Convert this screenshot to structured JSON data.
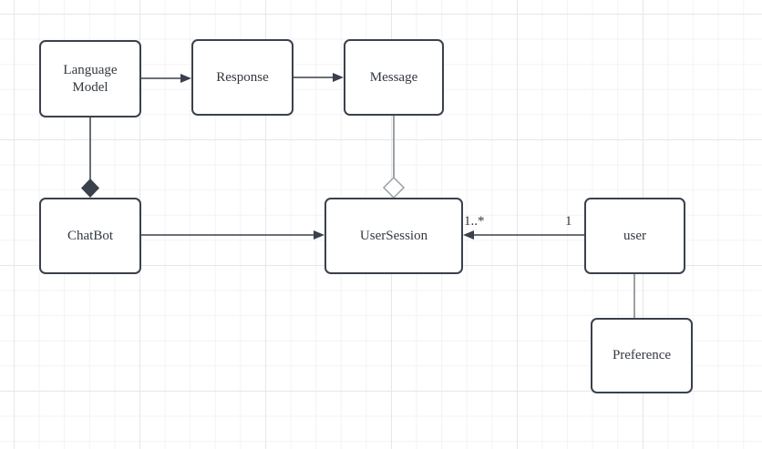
{
  "diagram": {
    "type": "uml-class-diagram",
    "nodes": [
      {
        "id": "language-model",
        "label": "Language Model"
      },
      {
        "id": "response",
        "label": "Response"
      },
      {
        "id": "message",
        "label": "Message"
      },
      {
        "id": "chatbot",
        "label": "ChatBot"
      },
      {
        "id": "usersession",
        "label": "UserSession"
      },
      {
        "id": "user",
        "label": "user"
      },
      {
        "id": "preference",
        "label": "Preference"
      }
    ],
    "edges": [
      {
        "from": "Language Model",
        "to": "Response",
        "type": "directed-arrow"
      },
      {
        "from": "Response",
        "to": "Message",
        "type": "directed-arrow"
      },
      {
        "from": "Language Model",
        "to": "ChatBot",
        "type": "composition-filled-diamond"
      },
      {
        "from": "Message",
        "to": "UserSession",
        "type": "aggregation-hollow-diamond"
      },
      {
        "from": "ChatBot",
        "to": "UserSession",
        "type": "directed-arrow"
      },
      {
        "from": "user",
        "to": "UserSession",
        "type": "directed-arrow",
        "source_label": "1",
        "target_label": "1..*"
      },
      {
        "from": "user",
        "to": "Preference",
        "type": "association"
      }
    ],
    "colors": {
      "node_border": "#3a414c",
      "node_fill": "#ffffff",
      "dark_edge": "#3a414c",
      "gray_edge": "#9aa0a6",
      "text": "#33383f",
      "grid_minor": "#f3f3f3",
      "grid_major": "#e7e7e7",
      "background": "#ffffff"
    }
  }
}
